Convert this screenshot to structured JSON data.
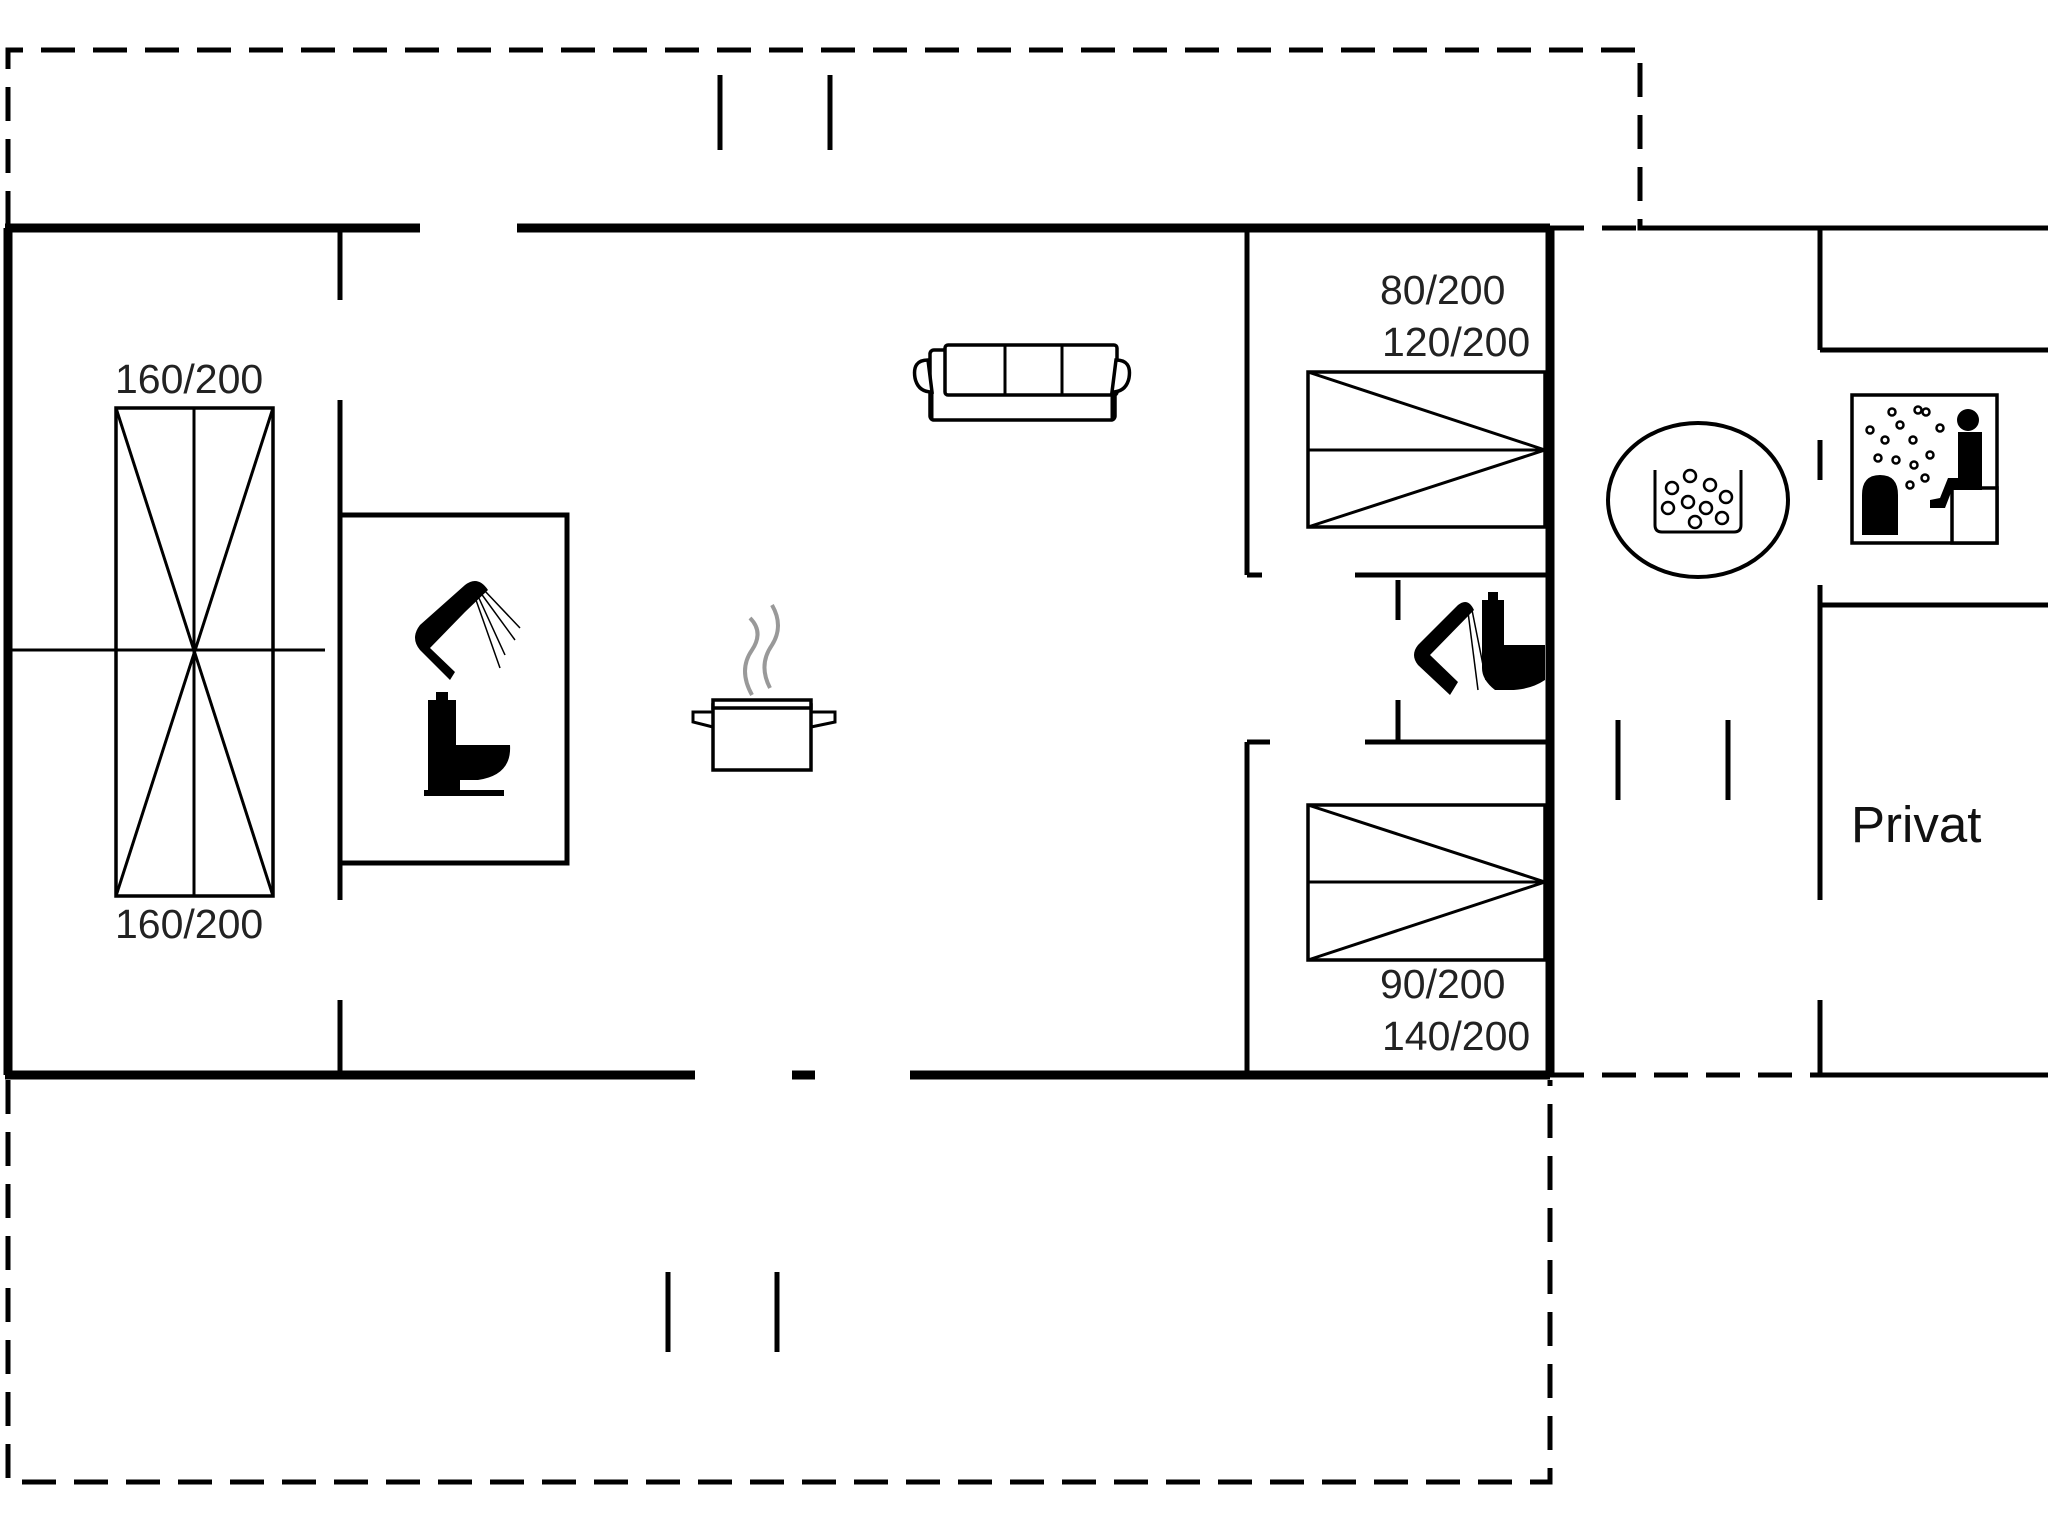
{
  "plan": {
    "bed_labels": {
      "left_top": "160/200",
      "left_bottom": "160/200",
      "right_top_1": "80/200",
      "right_top_2": "120/200",
      "right_bottom_1": "90/200",
      "right_bottom_2": "140/200"
    },
    "room_labels": {
      "private": "Privat"
    },
    "icons": [
      "double-bed-icon",
      "shower-icon",
      "toilet-icon",
      "sofa-icon",
      "cooking-pot-icon",
      "bunk-bed-icon",
      "whirlpool-icon",
      "sauna-icon"
    ]
  }
}
